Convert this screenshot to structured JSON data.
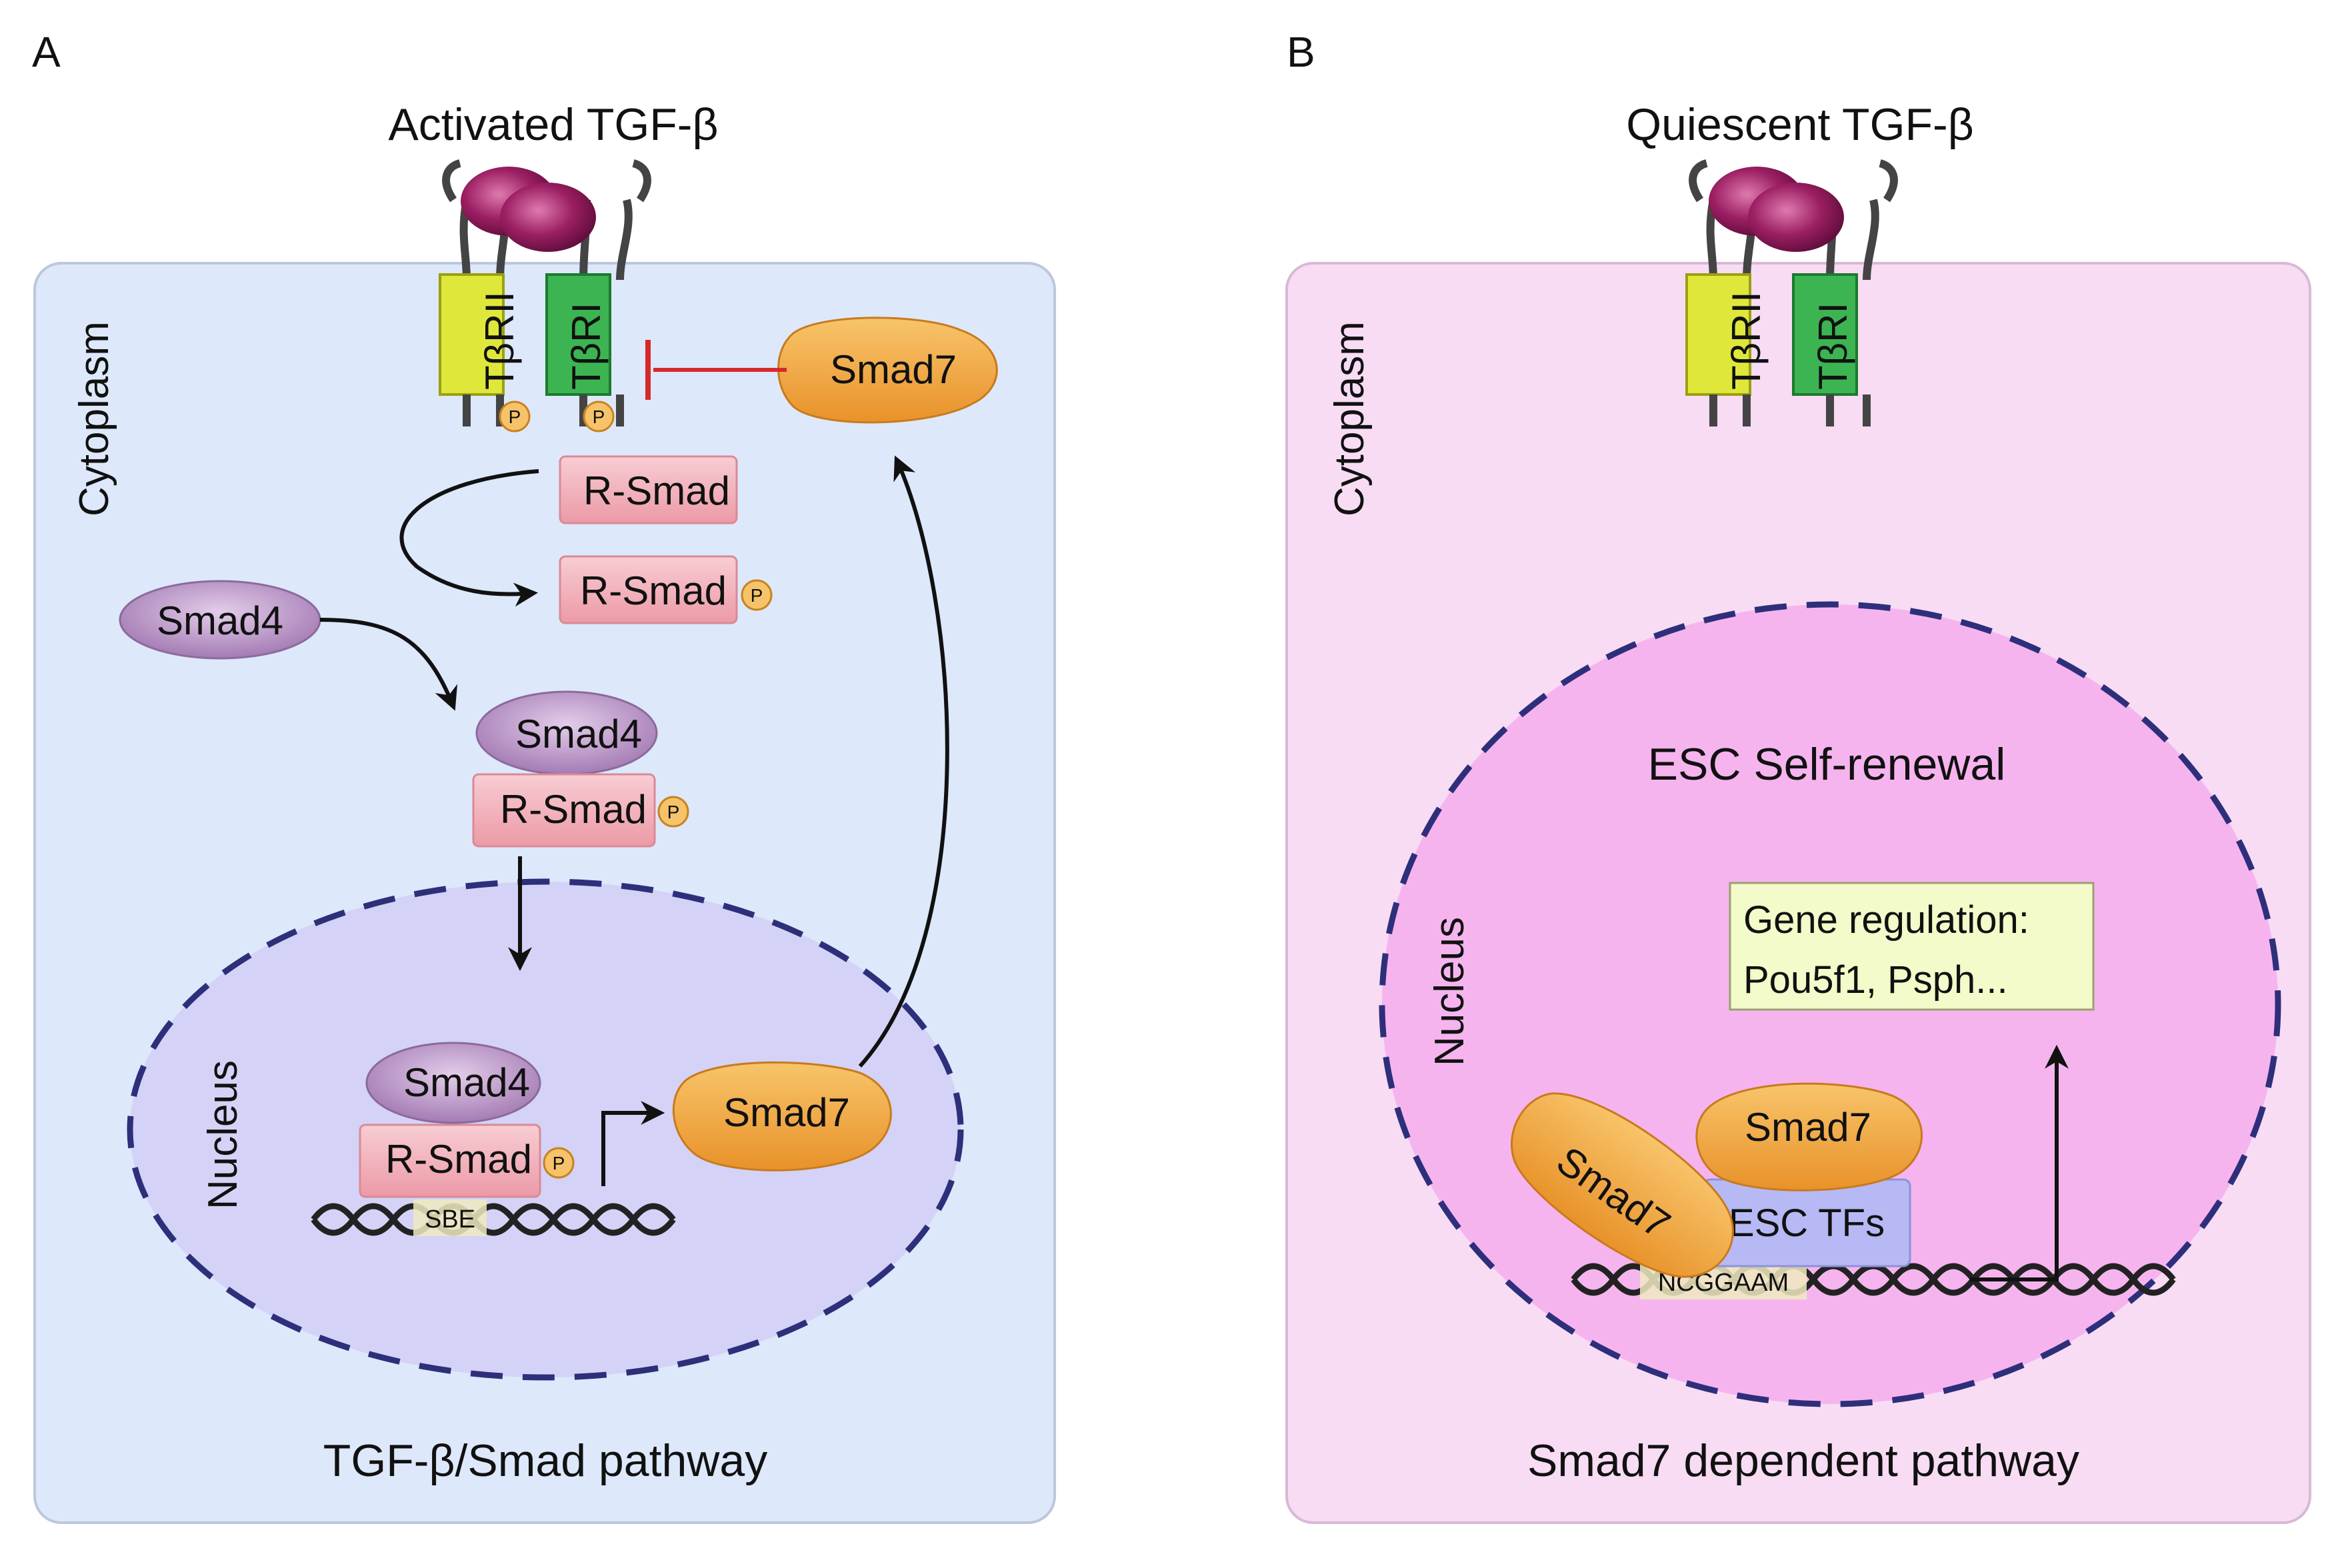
{
  "panel_a": {
    "letter": "A",
    "title": "Activated TGF-β",
    "compartment_cytoplasm": "Cytoplasm",
    "compartment_nucleus": "Nucleus",
    "receptor_ii": "TβRII",
    "receptor_i": "TβRI",
    "phospho": "P",
    "smad7_cyto": "Smad7",
    "rsmad": "R-Smad",
    "rsmad_p": "R-Smad",
    "smad4_free": "Smad4",
    "complex_smad4": "Smad4",
    "complex_rsmad": "R-Smad",
    "nuc_smad4": "Smad4",
    "nuc_rsmad": "R-Smad",
    "sbe": "SBE",
    "smad7_nuc": "Smad7",
    "caption": "TGF-β/Smad pathway"
  },
  "panel_b": {
    "letter": "B",
    "title": "Quiescent TGF-β",
    "compartment_cytoplasm": "Cytoplasm",
    "compartment_nucleus": "Nucleus",
    "receptor_ii": "TβRII",
    "receptor_i": "TβRI",
    "heading": "ESC Self-renewal",
    "gene_reg_line1": "Gene regulation:",
    "gene_reg_line2": "Pou5f1, Psph...",
    "smad7_left": "Smad7",
    "smad7_top": "Smad7",
    "esc_tfs": "ESC TFs",
    "motif": "NCGGAAM",
    "caption": "Smad7 dependent pathway"
  },
  "colors": {
    "panel_a_bg": "#dde8fb",
    "panel_b_bg": "#f7dcf4",
    "nucleus_a": "#d4d2f6",
    "nucleus_b": "#f6b4ef",
    "smad7": "#f2a83a",
    "rsmad": "#f4b7c0",
    "smad4": "#c9a7d3",
    "ligand": "#9b1f63",
    "receptor_ii": "#dfe83a",
    "receptor_i": "#3cb452",
    "inhibition": "#d62a2a",
    "dashed": "#2e2f7a"
  }
}
